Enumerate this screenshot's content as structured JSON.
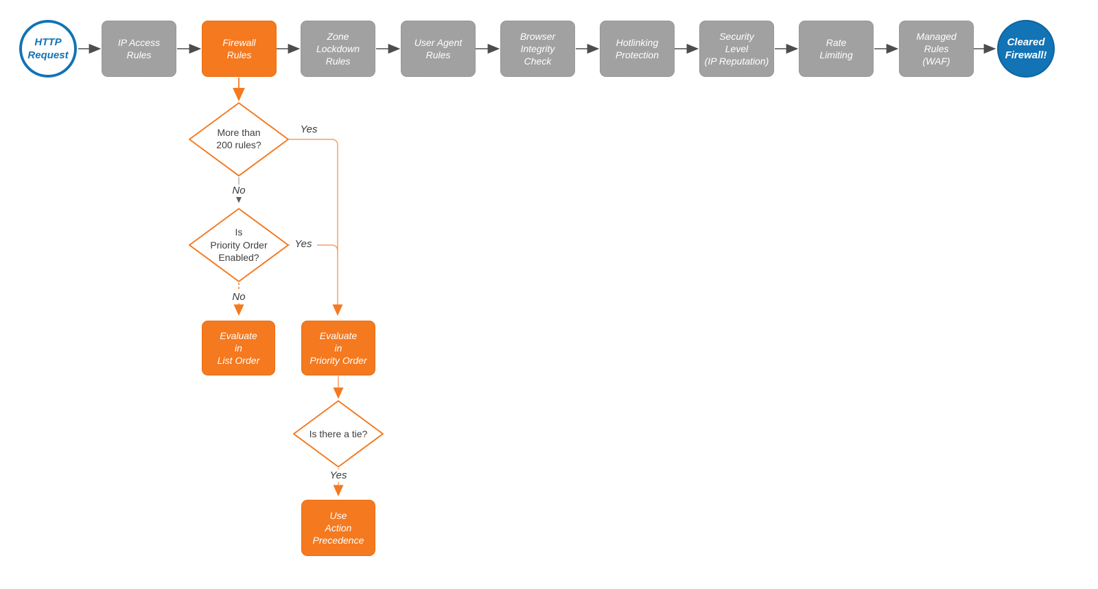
{
  "colors": {
    "accent_orange": "#F4791F",
    "accent_orange_light": "#F79E60",
    "stage_gray": "#A1A1A1",
    "arrow_gray": "#4D4D4D",
    "brand_blue": "#1273B5",
    "text_dark": "#3D3D3D",
    "text_white": "#FFFFFF"
  },
  "pipeline": {
    "start_label": "HTTP\nRequest",
    "end_label": "Cleared\nFirewall!",
    "stages": [
      {
        "label": "IP Access\nRules",
        "highlight": false
      },
      {
        "label": "Firewall\nRules",
        "highlight": true
      },
      {
        "label": "Zone\nLockdown\nRules",
        "highlight": false
      },
      {
        "label": "User Agent\nRules",
        "highlight": false
      },
      {
        "label": "Browser\nIntegrity\nCheck",
        "highlight": false
      },
      {
        "label": "Hotlinking\nProtection",
        "highlight": false
      },
      {
        "label": "Security\nLevel\n(IP Reputation)",
        "highlight": false
      },
      {
        "label": "Rate\nLimiting",
        "highlight": false
      },
      {
        "label": "Managed\nRules\n(WAF)",
        "highlight": false
      }
    ]
  },
  "branch": {
    "decision_rule_count": "More than\n200 rules?",
    "decision_priority_order": "Is\nPriority Order\nEnabled?",
    "decision_tie": "Is there a tie?",
    "box_evaluate_list_order": "Evaluate\nin\nList Order",
    "box_evaluate_priority_order": "Evaluate\nin\nPriority Order",
    "box_use_action_precedence": "Use\nAction\nPrecedence",
    "label_yes_rule_count": "Yes",
    "label_no_rule_count": "No",
    "label_yes_priority_order": "Yes",
    "label_no_priority_order": "No",
    "label_yes_tie": "Yes"
  }
}
